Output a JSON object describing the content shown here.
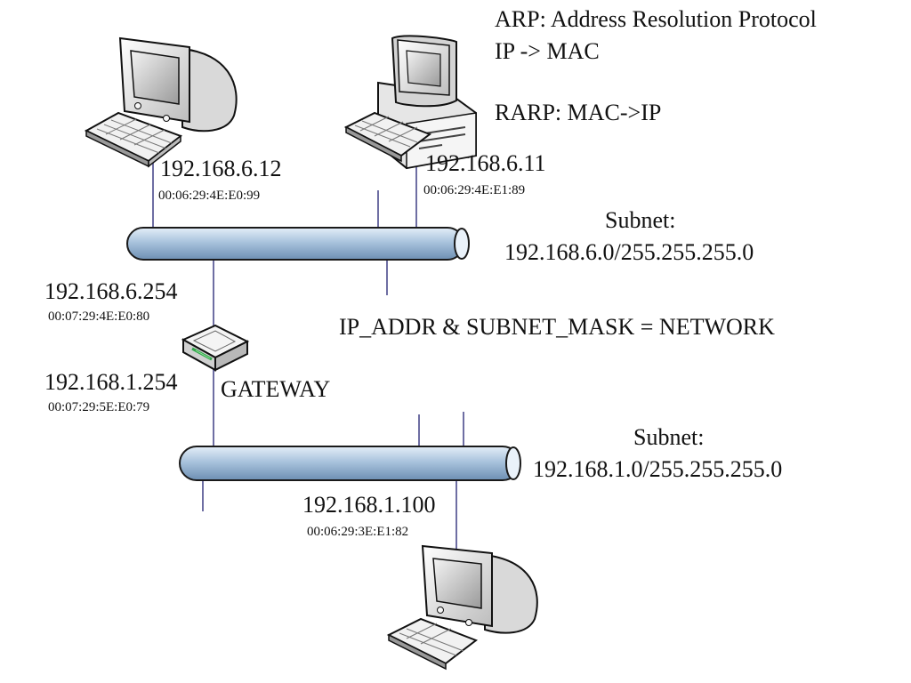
{
  "notes": {
    "arp_definition": "ARP: Address Resolution Protocol",
    "arp_mapping": "IP -> MAC",
    "rarp": "RARP: MAC->IP",
    "formula": "IP_ADDR  & SUBNET_MASK = NETWORK"
  },
  "subnets": [
    {
      "label": "Subnet:",
      "network": "192.168.6.0/255.255.255.0"
    },
    {
      "label": "Subnet:",
      "network": "192.168.1.0/255.255.255.0"
    }
  ],
  "hosts": [
    {
      "ip": "192.168.6.12",
      "mac": "00:06:29:4E:E0:99",
      "icon": "computer-monitor-icon"
    },
    {
      "ip": "192.168.6.11",
      "mac": "00:06:29:4E:E1:89",
      "icon": "desktop-pc-icon"
    },
    {
      "ip": "192.168.1.100",
      "mac": "00:06:29:3E:E1:82",
      "icon": "computer-monitor-icon"
    }
  ],
  "gateway": {
    "label": "GATEWAY",
    "icon": "router-icon",
    "interfaces": [
      {
        "ip": "192.168.6.254",
        "mac": "00:07:29:4E:E0:80"
      },
      {
        "ip": "192.168.1.254",
        "mac": "00:07:29:5E:E0:79"
      }
    ]
  },
  "colors": {
    "bus_fill": "#a9c3dd",
    "bus_stroke": "#1a1a1a",
    "cable": "#4a4a8c"
  }
}
